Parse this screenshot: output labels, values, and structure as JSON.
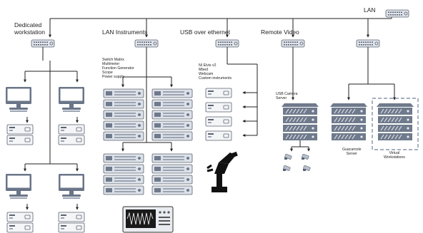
{
  "labels": {
    "dedicated_line1": "Dedicated",
    "dedicated_line2": "workstation",
    "lan_instruments": "LAN Instruments",
    "usb_over_ethernet": "USB over ethernet",
    "remote_video": "Remote Video",
    "lan": "LAN",
    "usb_camera_line1": "USB Camera",
    "usb_camera_line2": "Server",
    "guacamole_line1": "Guacamole",
    "guacamole_line2": "Server",
    "virtual_line1": "Virtual",
    "virtual_line2": "Workstations"
  },
  "lan_instruments_list": [
    "Switch Matrix",
    "Multimeter",
    "Function Generator",
    "Scope",
    "Power supply"
  ],
  "usb_devices_list": [
    "NI Elvis v2",
    "Mbed",
    "Webcam",
    "Custom instruments"
  ],
  "colors": {
    "line": "#222222",
    "device_body": "#dfe3ea",
    "device_stroke": "#5a6270",
    "server_body": "#6f7a8c",
    "server_stripe": "#e6e9ee",
    "monitor": "#6a7588",
    "robot": "#111111",
    "dashed": "#6f8096"
  },
  "icons": [
    "switch-icon",
    "computer-icon",
    "instrument-rack-icon",
    "usb-box-icon",
    "server-icon",
    "camera-icon",
    "robot-arm-icon",
    "oscilloscope-icon"
  ]
}
